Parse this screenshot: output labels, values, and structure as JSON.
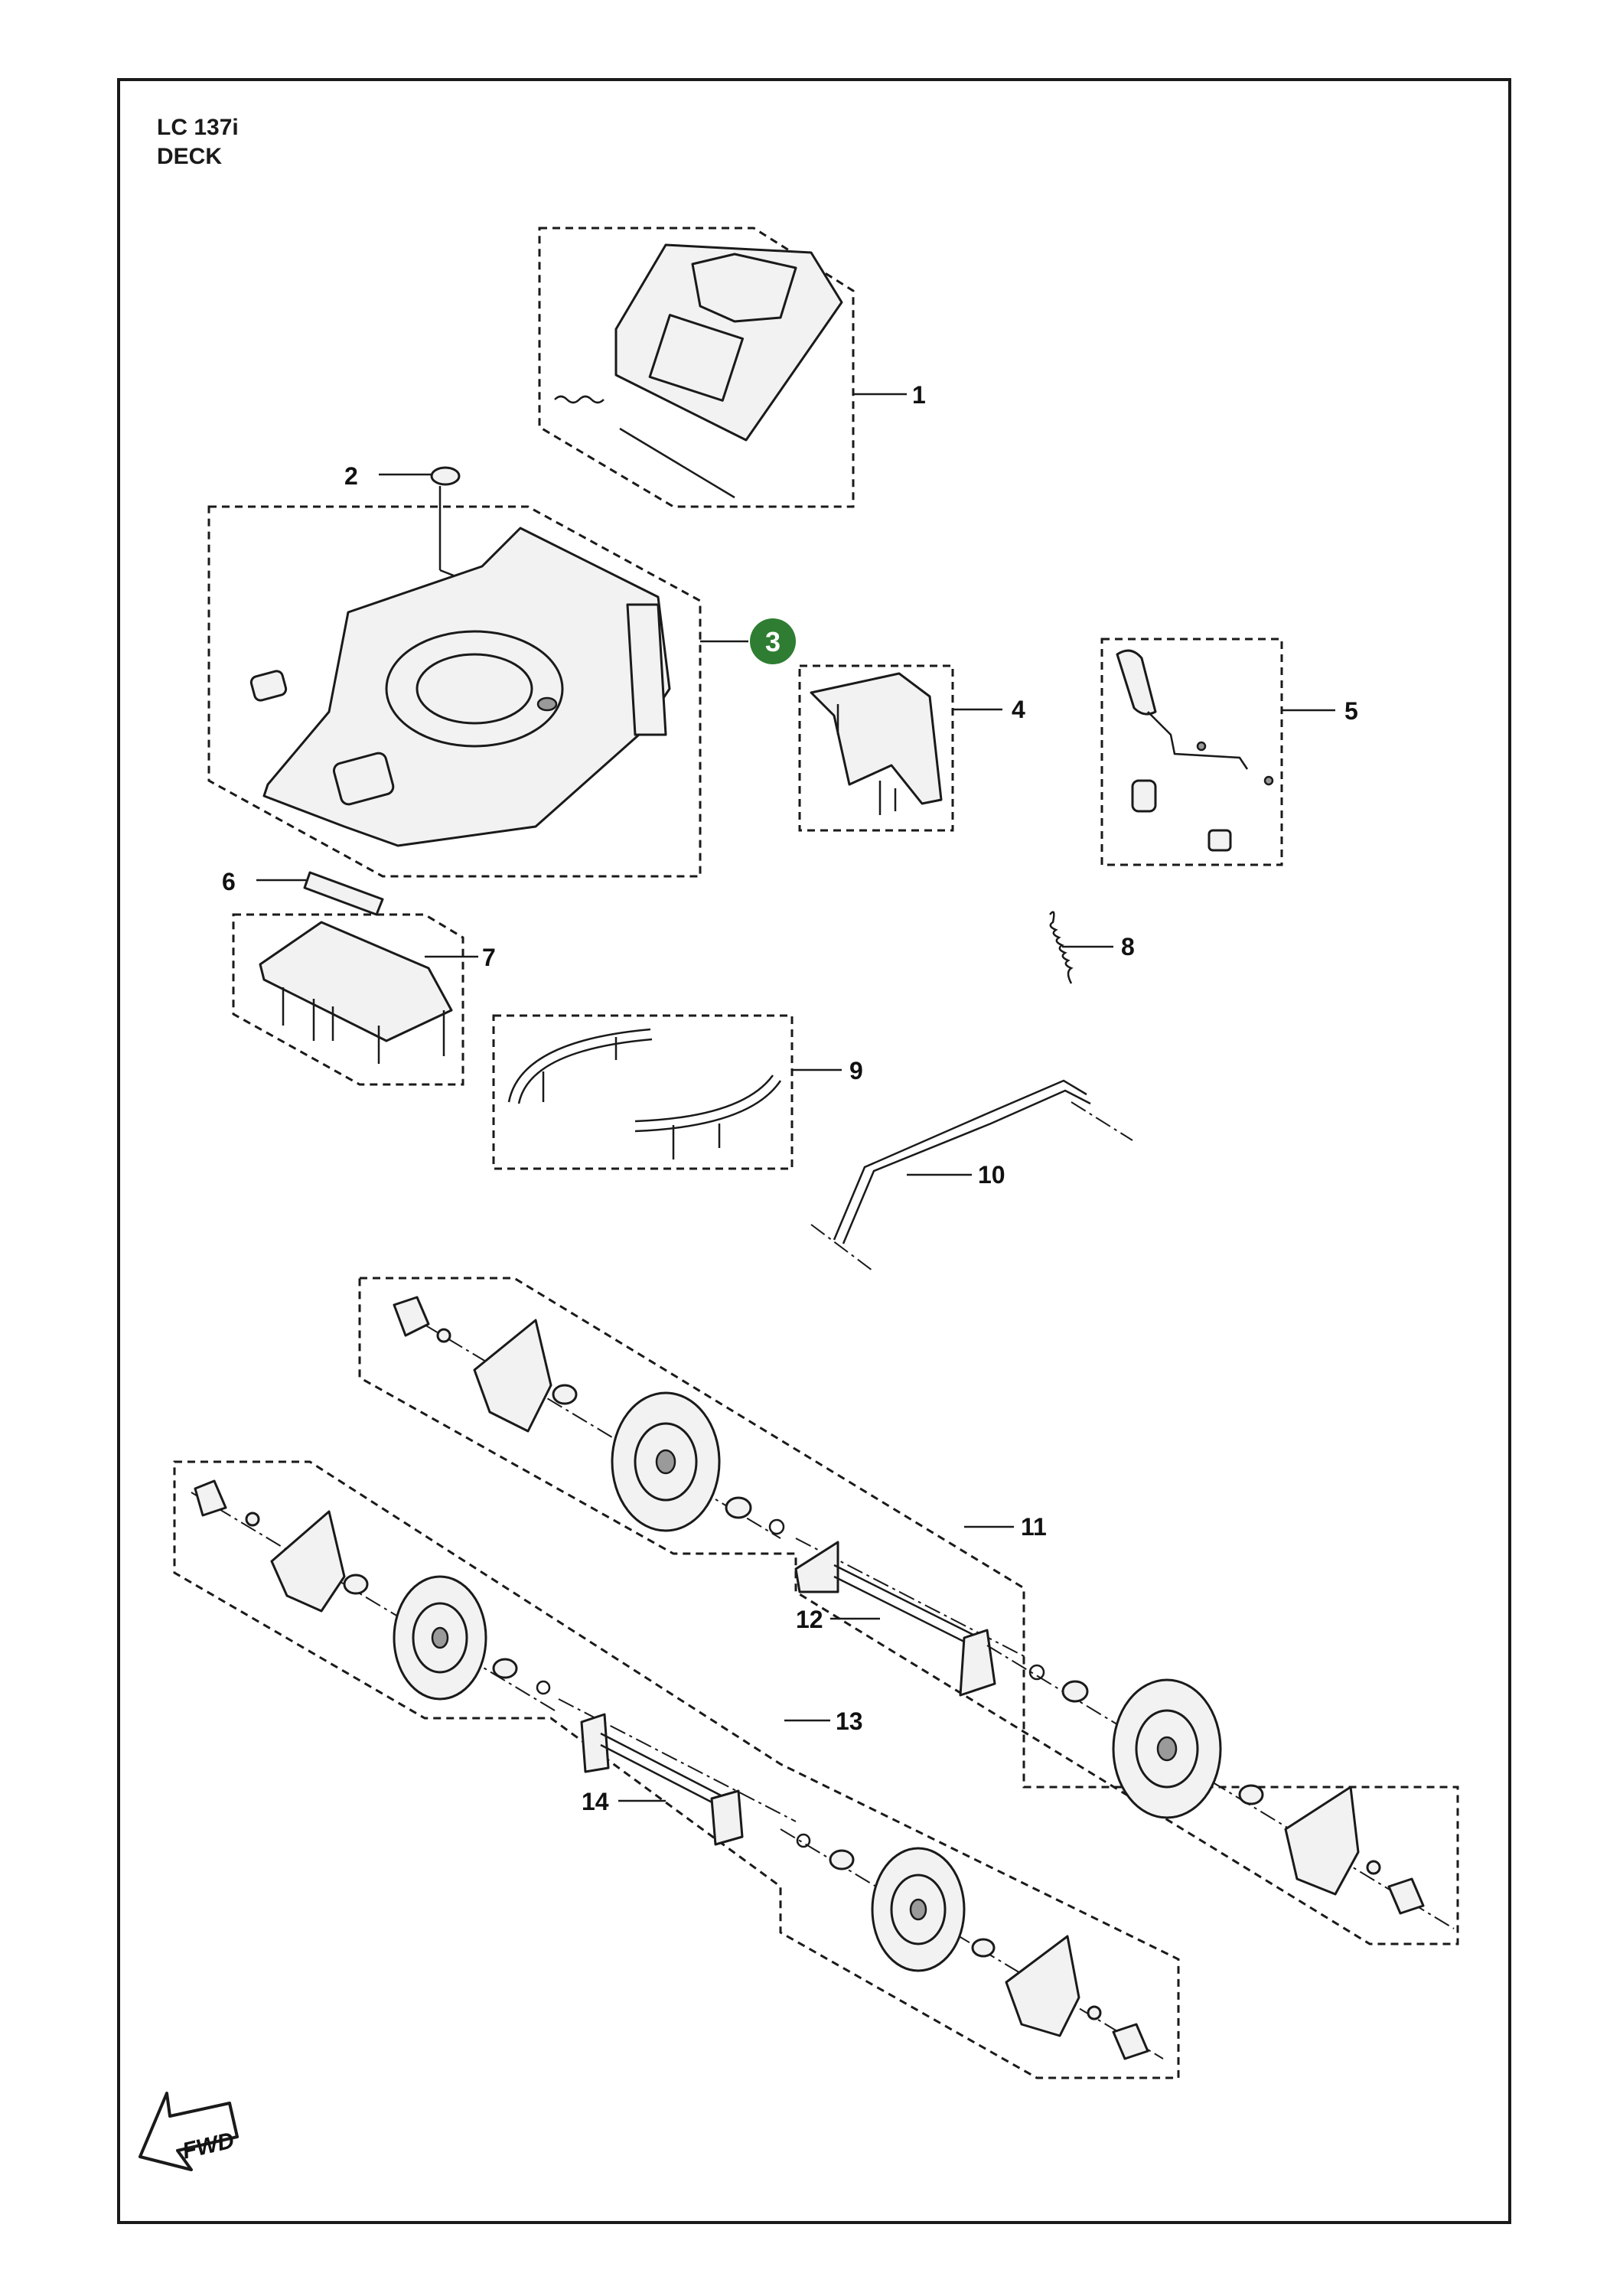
{
  "header": {
    "model": "LC 137i",
    "section": "DECK"
  },
  "callouts": [
    "1",
    "2",
    "3",
    "4",
    "5",
    "6",
    "7",
    "8",
    "9",
    "10",
    "11",
    "12",
    "13",
    "14"
  ],
  "highlight": {
    "number": "3",
    "color": "#2e7d32"
  },
  "direction_badge": {
    "label": "FWD",
    "icon": "forward-arrow-icon"
  },
  "colors": {
    "line": "#1a1a1a",
    "part_fill": "#f2f2f2",
    "highlight": "#2e7d32"
  }
}
